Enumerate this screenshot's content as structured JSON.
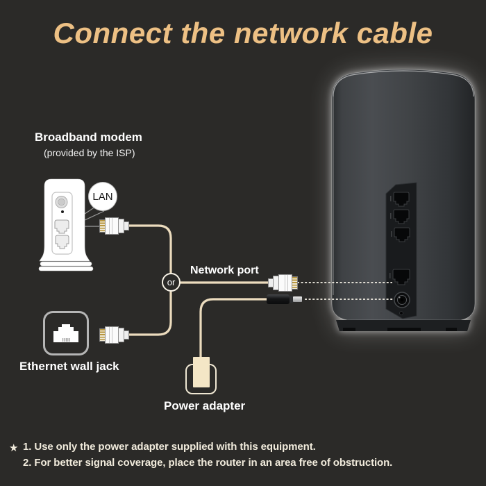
{
  "title": "Connect the network cable",
  "colors": {
    "background": "#2b2a28",
    "title_accent": "#edc084",
    "cable": "#ecdcbe",
    "label_text": "#ffffff",
    "note_text": "#f1ebdc"
  },
  "modem": {
    "label": "Broadband modem",
    "sublabel": "(provided by the ISP)",
    "callout": "LAN"
  },
  "junction": {
    "label": "or"
  },
  "router": {
    "network_port_label": "Network port"
  },
  "wall_jack": {
    "label": "Ethernet wall jack"
  },
  "power": {
    "label": "Power adapter"
  },
  "notes": {
    "marker": "★",
    "items": [
      "1. Use only the power adapter supplied with this equipment.",
      "2. For better signal coverage, place the router in an area free of obstruction."
    ]
  }
}
